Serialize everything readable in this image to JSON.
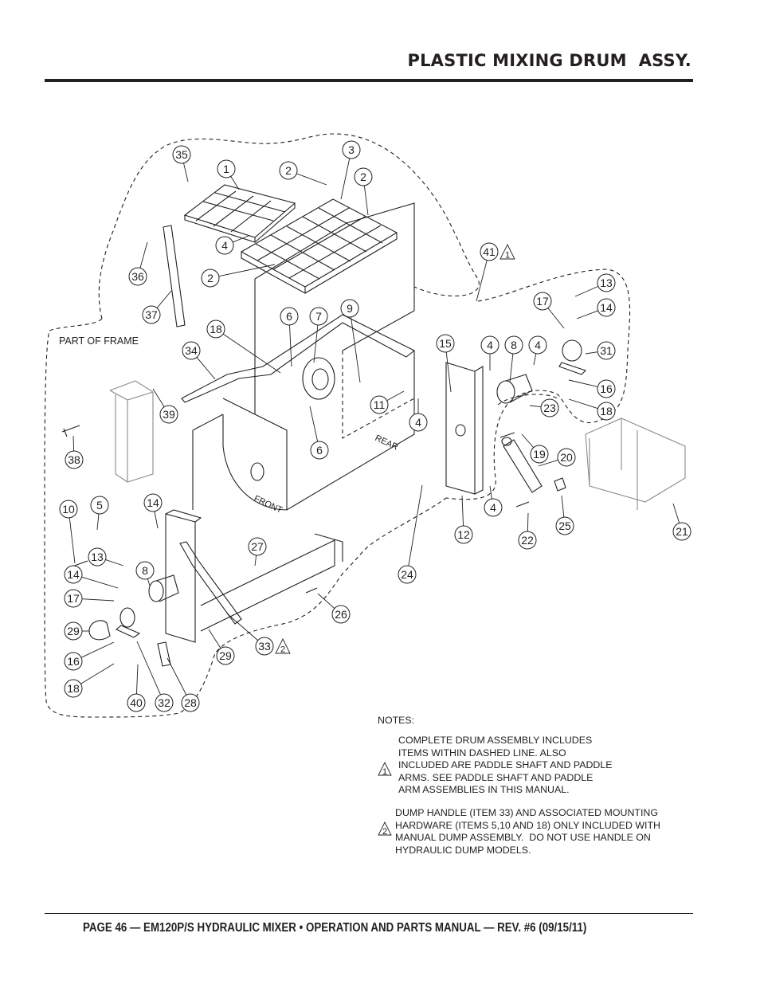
{
  "header": {
    "title": "PLASTIC MIXING DRUM  ASSY."
  },
  "diagram": {
    "frame_label": "PART OF FRAME",
    "drum_labels": {
      "front": "FRONT",
      "rear": "REAR"
    },
    "callouts": [
      {
        "id": "c35",
        "label": "35"
      },
      {
        "id": "c1",
        "label": "1"
      },
      {
        "id": "c2a",
        "label": "2"
      },
      {
        "id": "c3",
        "label": "3"
      },
      {
        "id": "c2b",
        "label": "2"
      },
      {
        "id": "c4a",
        "label": "4"
      },
      {
        "id": "c2c",
        "label": "2"
      },
      {
        "id": "c36",
        "label": "36"
      },
      {
        "id": "c37",
        "label": "37"
      },
      {
        "id": "c41",
        "label": "41",
        "flag": "1"
      },
      {
        "id": "c13a",
        "label": "13"
      },
      {
        "id": "c17a",
        "label": "17"
      },
      {
        "id": "c14a",
        "label": "14"
      },
      {
        "id": "c18a",
        "label": "18"
      },
      {
        "id": "c6a",
        "label": "6"
      },
      {
        "id": "c7",
        "label": "7"
      },
      {
        "id": "c9",
        "label": "9"
      },
      {
        "id": "c34",
        "label": "34"
      },
      {
        "id": "c15",
        "label": "15"
      },
      {
        "id": "c4b",
        "label": "4"
      },
      {
        "id": "c8a",
        "label": "8"
      },
      {
        "id": "c4c",
        "label": "4"
      },
      {
        "id": "c31",
        "label": "31"
      },
      {
        "id": "c39",
        "label": "39"
      },
      {
        "id": "c11",
        "label": "11"
      },
      {
        "id": "c4d",
        "label": "4"
      },
      {
        "id": "c16a",
        "label": "16"
      },
      {
        "id": "c23",
        "label": "23"
      },
      {
        "id": "c18b",
        "label": "18"
      },
      {
        "id": "c38",
        "label": "38"
      },
      {
        "id": "c6b",
        "label": "6"
      },
      {
        "id": "c19",
        "label": "19"
      },
      {
        "id": "c20",
        "label": "20"
      },
      {
        "id": "c10",
        "label": "10"
      },
      {
        "id": "c5",
        "label": "5"
      },
      {
        "id": "c14b",
        "label": "14"
      },
      {
        "id": "c4e",
        "label": "4"
      },
      {
        "id": "c12",
        "label": "12"
      },
      {
        "id": "c22",
        "label": "22"
      },
      {
        "id": "c25",
        "label": "25"
      },
      {
        "id": "c21",
        "label": "21"
      },
      {
        "id": "c27",
        "label": "27"
      },
      {
        "id": "c13b",
        "label": "13"
      },
      {
        "id": "c24",
        "label": "24"
      },
      {
        "id": "c14c",
        "label": "14"
      },
      {
        "id": "c8b",
        "label": "8"
      },
      {
        "id": "c17b",
        "label": "17"
      },
      {
        "id": "c26",
        "label": "26"
      },
      {
        "id": "c29a",
        "label": "29"
      },
      {
        "id": "c33",
        "label": "33",
        "flag": "2"
      },
      {
        "id": "c16b",
        "label": "16"
      },
      {
        "id": "c29b",
        "label": "29"
      },
      {
        "id": "c18c",
        "label": "18"
      },
      {
        "id": "c40",
        "label": "40"
      },
      {
        "id": "c32",
        "label": "32"
      },
      {
        "id": "c28",
        "label": "28"
      }
    ]
  },
  "notes": {
    "heading": "NOTES:",
    "items": [
      {
        "flag": "1",
        "text": "COMPLETE DRUM ASSEMBLY INCLUDES\nITEMS WITHIN DASHED LINE. ALSO\nINCLUDED ARE PADDLE SHAFT AND PADDLE\nARMS. SEE PADDLE SHAFT AND PADDLE\nARM ASSEMBLIES IN THIS MANUAL."
      },
      {
        "flag": "2",
        "text": "DUMP HANDLE (ITEM 33) AND ASSOCIATED MOUNTING\nHARDWARE (ITEMS 5,10 AND 18) ONLY INCLUDED WITH\nMANUAL DUMP ASSEMBLY.  DO NOT USE HANDLE ON\nHYDRAULIC DUMP MODELS."
      }
    ]
  },
  "footer": {
    "text": "PAGE 46 — EM120P/S HYDRAULIC MIXER • OPERATION AND PARTS MANUAL — REV. #6 (09/15/11)"
  }
}
